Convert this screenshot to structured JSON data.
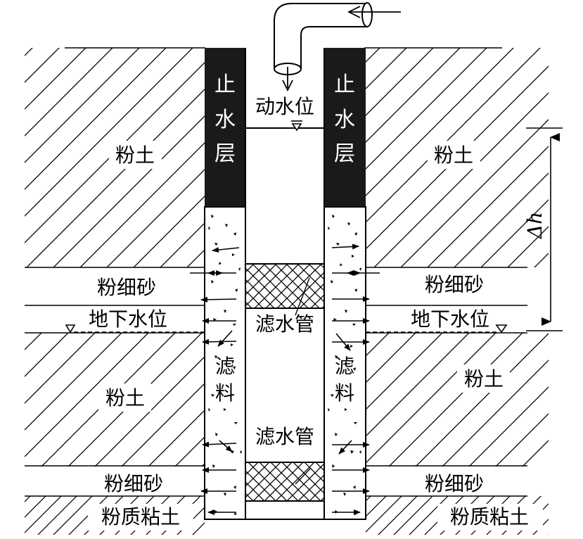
{
  "colors": {
    "line": "#000000",
    "background": "#ffffff",
    "seal": "#1a1a1a"
  },
  "labels": {
    "seal_left": [
      "止",
      "水",
      "层"
    ],
    "seal_right": [
      "止",
      "水",
      "层"
    ],
    "dynamic_level": "动水位",
    "silt_left_top": "粉土",
    "silt_right_top": "粉土",
    "silt_left_mid": "粉土",
    "silt_right_mid": "粉土",
    "silty_sand_left_1": "粉细砂",
    "silty_sand_right_1": "粉细砂",
    "gw_left": "地下水位",
    "gw_right": "地下水位",
    "screen_upper": "滤水管",
    "screen_lower": "滤水管",
    "filter_left": [
      "滤",
      "料"
    ],
    "filter_right": [
      "滤",
      "料"
    ],
    "silty_sand_left_2": "粉细砂",
    "silty_sand_right_2": "粉细砂",
    "clay_left": "粉质粘土",
    "clay_right": "粉质粘土",
    "delta_h": "Δh"
  },
  "icons": [
    "inflow-pipe-icon",
    "water-level-triangle-icon",
    "flow-arrow-icon",
    "dimension-arrow-icon"
  ]
}
